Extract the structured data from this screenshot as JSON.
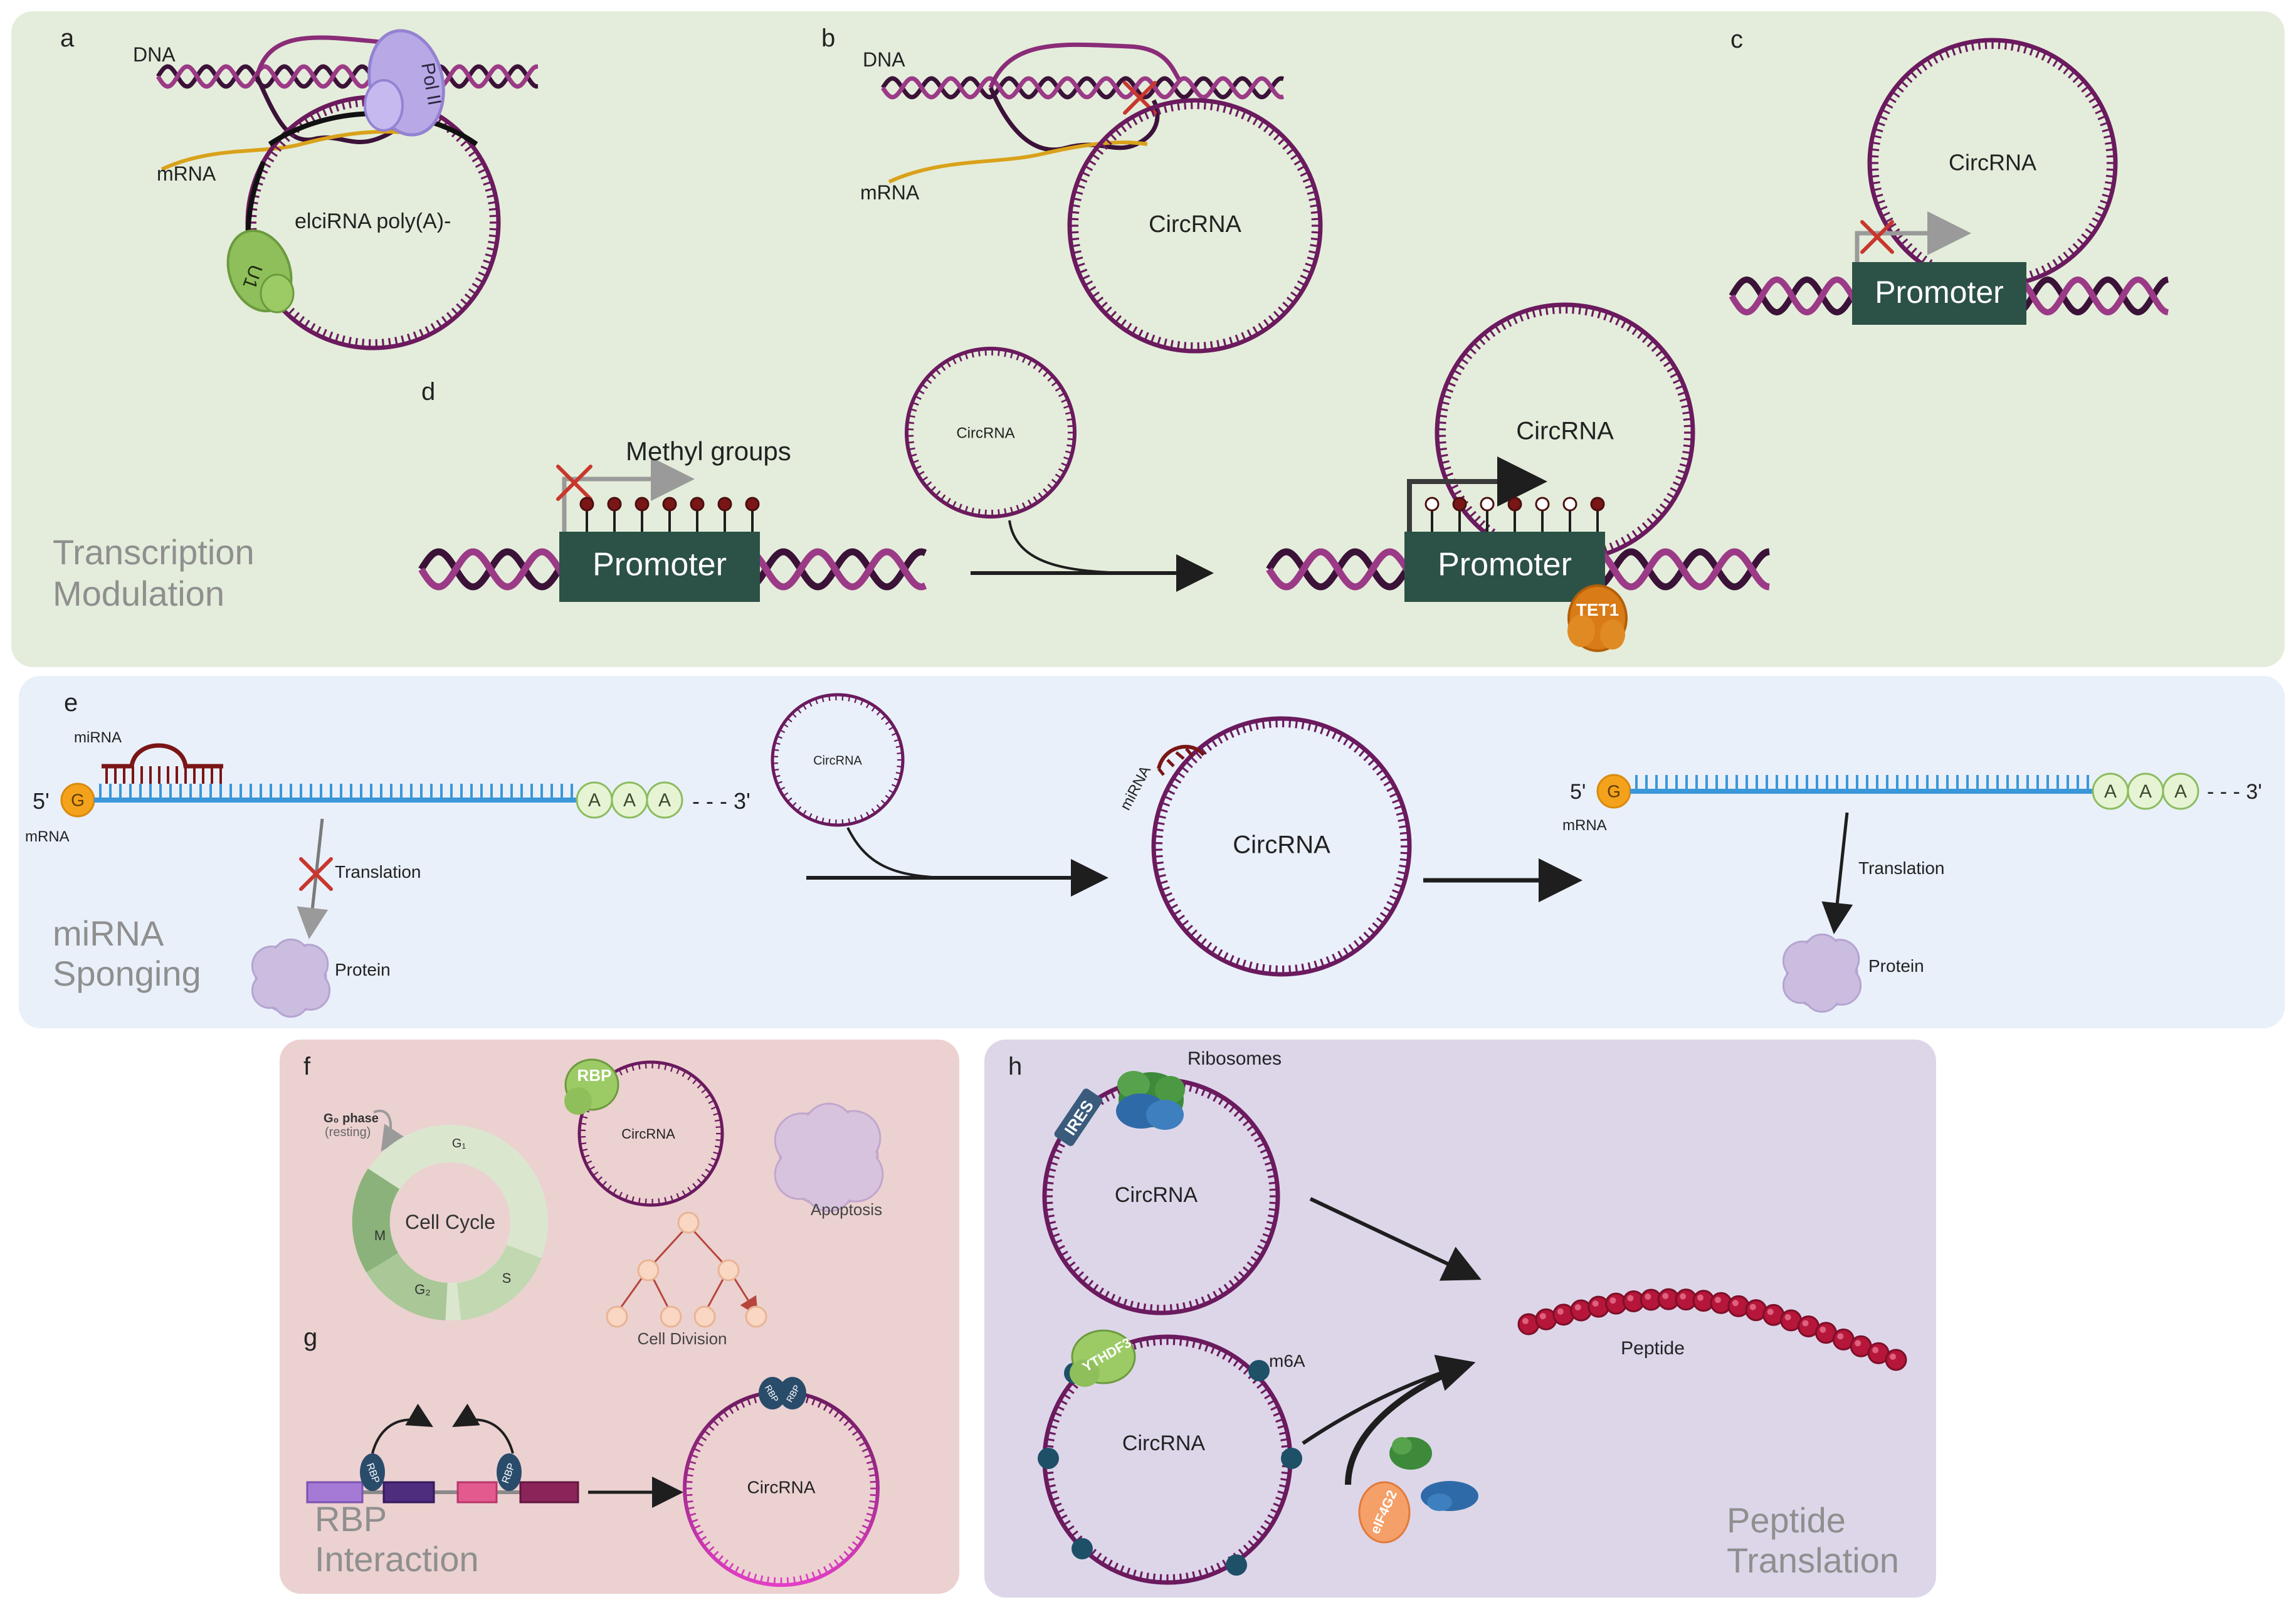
{
  "panels": {
    "a": {
      "letter": "a",
      "dna": "DNA",
      "mrna": "mRNA",
      "circ": "elciRNA poly(A)-",
      "pol": "Pol II",
      "u1": "U1"
    },
    "b": {
      "letter": "b",
      "dna": "DNA",
      "mrna": "mRNA",
      "circ": "CircRNA"
    },
    "c": {
      "letter": "c",
      "circ": "CircRNA",
      "promoter": "Promoter"
    },
    "d": {
      "letter": "d",
      "methyl": "Methyl groups",
      "promoter_left": "Promoter",
      "circ_small": "CircRNA",
      "circ_large": "CircRNA",
      "promoter_right": "Promoter",
      "tet": "TET1"
    },
    "e": {
      "letter": "e",
      "mirna": "miRNA",
      "five_prime": "5'",
      "cap": "G",
      "mrna": "mRNA",
      "poly_a": [
        "A",
        "A",
        "A"
      ],
      "three_prime": "- - - 3'",
      "translation": "Translation",
      "protein": "Protein",
      "circ_small": "CircRNA",
      "mirna_bound": "miRNA",
      "circ_large": "CircRNA",
      "five_prime_2": "5'",
      "cap_2": "G",
      "mrna_2": "mRNA",
      "poly_a_2": [
        "A",
        "A",
        "A"
      ],
      "three_prime_2": "- - - 3'",
      "translation_2": "Translation",
      "protein_2": "Protein"
    },
    "f": {
      "letter": "f",
      "g0_phase": "G₀ phase",
      "resting": "(resting)",
      "g1": "G₁",
      "cell_cycle": "Cell Cycle",
      "m": "M",
      "s": "S",
      "g2": "G₂",
      "rbp": "RBP",
      "circ": "CircRNA",
      "apoptosis": "Apoptosis",
      "cell_division": "Cell Division"
    },
    "g": {
      "letter": "g",
      "circ": "CircRNA",
      "rbp_label": "RBP"
    },
    "h": {
      "letter": "h",
      "ribosomes": "Ribosomes",
      "ires": "IRES",
      "circ_top": "CircRNA",
      "peptide": "Peptide",
      "ythdf3": "YTHDF3",
      "m6a": "m6A",
      "circ_bottom": "CircRNA",
      "eif4g2": "eIF4G2"
    }
  },
  "section_titles": {
    "transcription": [
      "Transcription",
      "Modulation"
    ],
    "sponging": [
      "miRNA",
      "Sponging"
    ],
    "rbp": [
      "RBP",
      "Interaction"
    ],
    "peptide": [
      "Peptide",
      "Translation"
    ]
  },
  "colors": {
    "green_bg": "#e4eddb",
    "blue_bg": "#e9f0fa",
    "pink_bg": "#ecd1d1",
    "lavender_bg": "#ddd6e9",
    "circ": "#6b1a5e",
    "dna_a": "#9b3a86",
    "dna_b": "#3b1238",
    "promoter": "#2c5147",
    "mrna_blue": "#3a97d9",
    "cap_orange": "#f4a21c",
    "inhibit": "#c8372d",
    "peptide": "#b5163a",
    "section_title": "#8f8f8f"
  }
}
